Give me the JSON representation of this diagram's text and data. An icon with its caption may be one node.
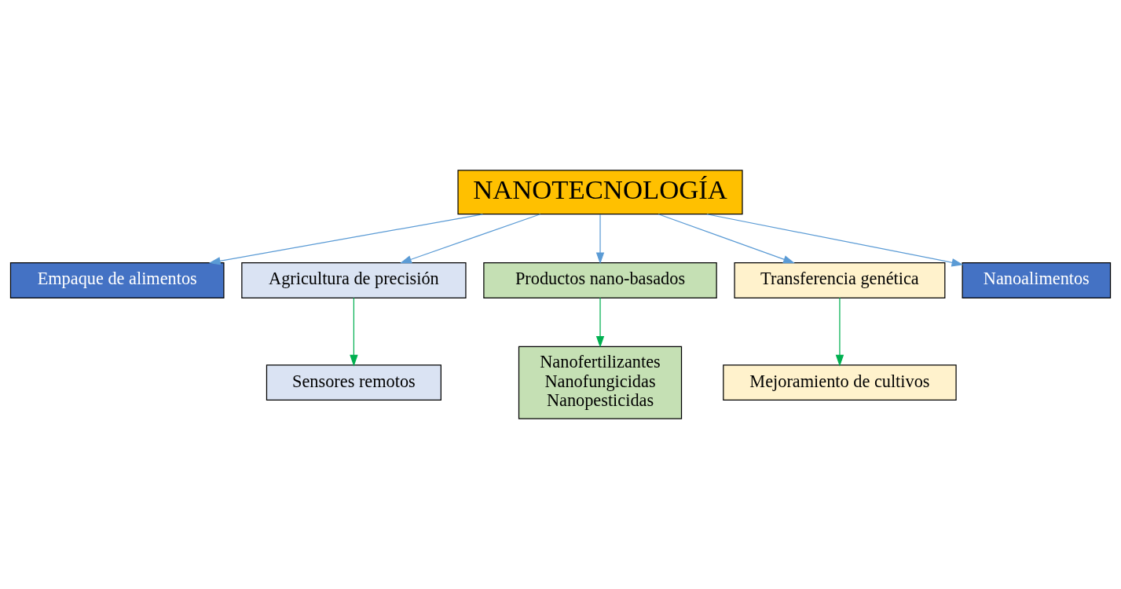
{
  "diagram": {
    "nodes": [
      {
        "text": [
          "NANOTECNOLOGÍA"
        ]
      },
      {
        "text": [
          "Empaque de alimentos"
        ]
      },
      {
        "text": [
          "Agricultura de precisión"
        ]
      },
      {
        "text": [
          "Productos nano-basados"
        ]
      },
      {
        "text": [
          "Transferencia genética"
        ]
      },
      {
        "text": [
          "Nanoalimentos"
        ]
      },
      {
        "text": [
          "Sensores remotos"
        ]
      },
      {
        "text": [
          "Nanofertilizantes",
          "Nanofungicidas",
          "Nanopesticidas"
        ]
      },
      {
        "text": [
          "Mejoramiento de cultivos"
        ]
      }
    ],
    "edges": [
      {
        "from": 0,
        "to": 1,
        "arrow": "to"
      },
      {
        "from": 0,
        "to": 2,
        "arrow": "to"
      },
      {
        "from": 0,
        "to": 3,
        "arrow": "to"
      },
      {
        "from": 0,
        "to": 4,
        "arrow": "to"
      },
      {
        "from": 0,
        "to": 5,
        "arrow": "to"
      },
      {
        "from": 2,
        "to": 6,
        "arrow": "to",
        "color": "#00b050"
      },
      {
        "from": 3,
        "to": 7,
        "arrow": "to",
        "color": "#00b050"
      },
      {
        "from": 4,
        "to": 8,
        "arrow": "to",
        "color": "#00b050"
      }
    ]
  }
}
